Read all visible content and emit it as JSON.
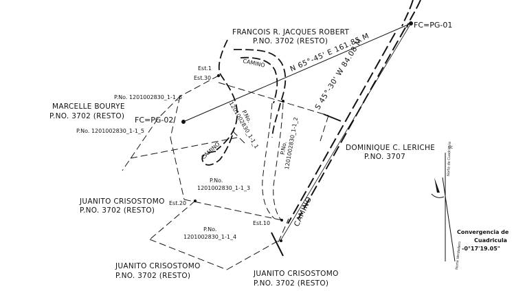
{
  "control_points": {
    "fc_pg_01": "FC=PG-01",
    "fc_pg_02": "FC=PG-02"
  },
  "bearings": {
    "line_1": "N 65°-45' E 161.85 M",
    "line_2": "S 45°-30' W 84.08 M"
  },
  "owners": {
    "francois": {
      "name": "FRANCOIS R. JACQUES ROBERT",
      "parcel": "P.NO. 3702 (RESTO)"
    },
    "marcelle": {
      "name": "MARCELLE BOURYE",
      "parcel": "P.NO. 3702 (RESTO)"
    },
    "dominique": {
      "name": "DOMINIQUE C. LERICHE",
      "parcel": "P.NO. 3707"
    },
    "juanito_1": {
      "name": "JUANITO CRISOSTOMO",
      "parcel": "P.NO. 3702 (RESTO)"
    },
    "juanito_2": {
      "name": "JUANITO CRISOSTOMO",
      "parcel": "P.NO. 3702 (RESTO)"
    },
    "juanito_3": {
      "name": "JUANITO CRISOSTOMO",
      "parcel": "P.NO. 3702 (RESTO)"
    }
  },
  "lots": {
    "lot_6": "P.No. 1201002830_1-1_6",
    "lot_5": "P.No. 1201002830_1-1_5",
    "lot_1_prefix": "P.No.",
    "lot_1_num": "1201002830_1-1_1",
    "lot_2_prefix": "P.No.",
    "lot_2_num": "1201002830_1-1_2",
    "lot_3_prefix": "P.No.",
    "lot_3_num": "1201002830_1-1_3",
    "lot_4_prefix": "P.No.",
    "lot_4_num": "1201002830_1-1_4"
  },
  "stations": {
    "est_1": "Est.1",
    "est_30": "Est.30",
    "est_20": "Est.20",
    "est_10": "Est.10"
  },
  "roads": {
    "camino_top": "CAMINO",
    "camino_loop": "CAMINO",
    "camino_main": "CAMINO"
  },
  "grid_convergence": {
    "north_label": "NC",
    "grid_north_label": "Norte de Cuadricula",
    "true_north_label": "Norte Verdadero",
    "title_line1": "Convergencia de",
    "title_line2": "Cuadricula",
    "value": "-0°17'19.05\""
  }
}
